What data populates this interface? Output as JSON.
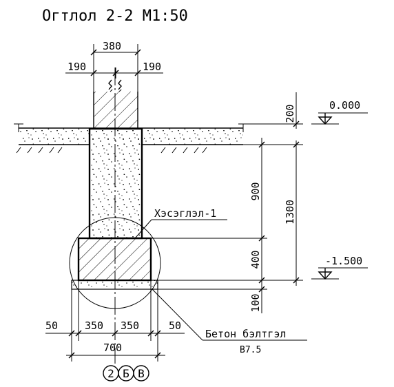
{
  "title": "Огтлол 2-2 М1:50",
  "dims": {
    "top_total": "380",
    "top_left": "190",
    "top_right": "190",
    "right_200": "200",
    "right_900": "900",
    "right_1300": "1300",
    "right_400": "400",
    "right_100": "100",
    "bot_left_50": "50",
    "bot_350_a": "350",
    "bot_350_b": "350",
    "bot_right_50": "50",
    "bot_total": "700"
  },
  "levels": {
    "top": "0.000",
    "bottom": "-1.500"
  },
  "labels": {
    "reinforcement": "Хэсэглэл-1",
    "concrete_base": "Бетон бэлтгэл",
    "concrete_grade": "B7.5"
  },
  "axes": [
    "2",
    "Б",
    "В"
  ],
  "colors": {
    "line": "#000000",
    "background": "#ffffff"
  }
}
